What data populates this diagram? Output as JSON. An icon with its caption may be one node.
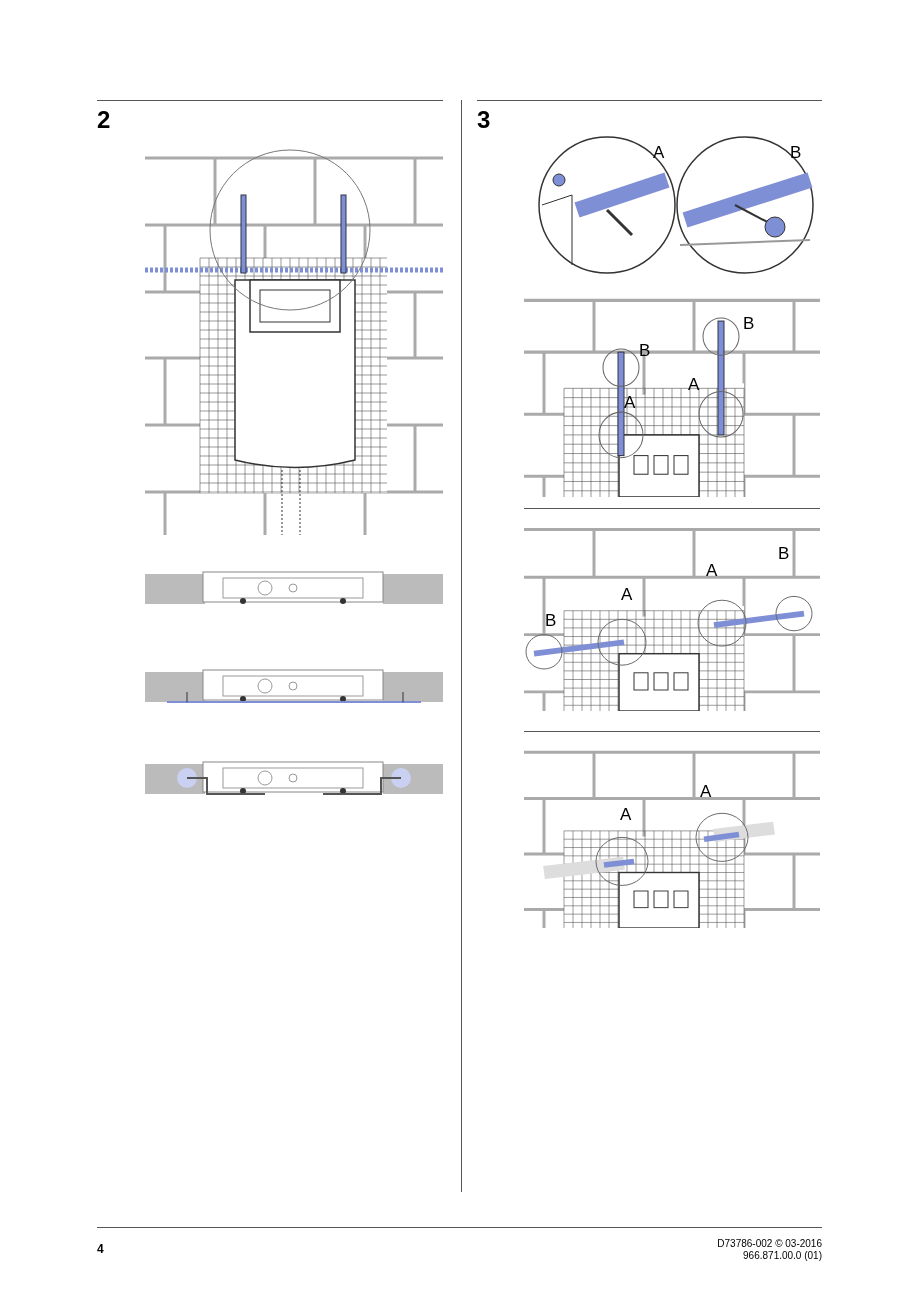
{
  "diagram": {
    "labels": [
      "2",
      "3",
      "A",
      "B",
      "B",
      "B",
      "A",
      "A",
      "B",
      "A",
      "A",
      "B",
      "A",
      "A",
      "4",
      "D73786-002 © 03-2016",
      "966.871.00.0 (01)"
    ]
  }
}
